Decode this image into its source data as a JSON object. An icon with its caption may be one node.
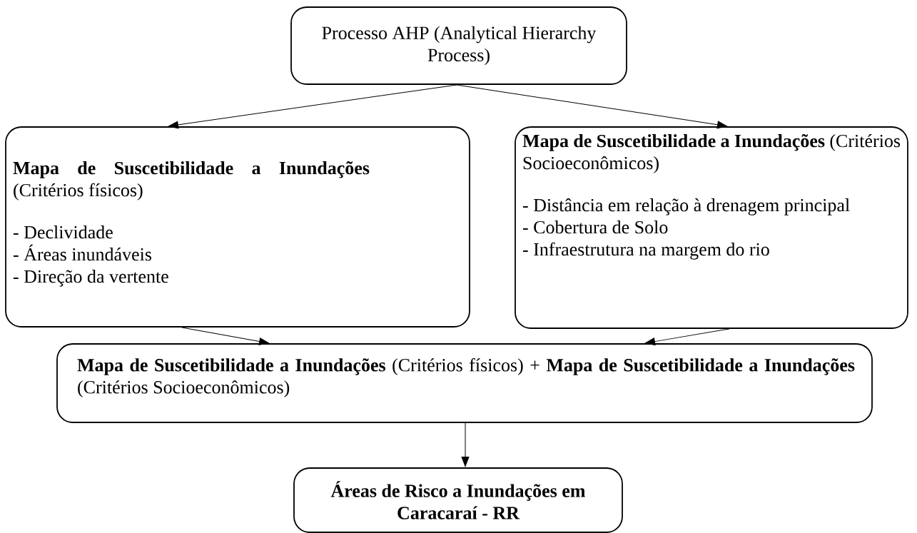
{
  "diagram": {
    "nodes": [
      {
        "text": [
          "Processo AHP (Analytical Hierarchy Process)"
        ]
      },
      {
        "text": [
          "**Mapa de Suscetibilidade a Inundações** (Critérios físicos)",
          "- Declividade",
          "- Áreas inundáveis",
          "- Direção da vertente"
        ]
      },
      {
        "text": [
          "**Mapa de Suscetibilidade a Inundações** (Critérios Socioeconômicos)",
          "- Distância em relação à drenagem principal",
          "- Cobertura de Solo",
          "- Infraestrutura na margem do rio"
        ]
      },
      {
        "text": [
          "**Mapa de Suscetibilidade a Inundações** (Critérios físicos) + **Mapa de Suscetibilidade a Inundações** (Critérios Socioeconômicos)"
        ]
      },
      {
        "text": [
          "Áreas de Risco a Inundações em Caracaraí - RR"
        ]
      }
    ],
    "edges": [
      {
        "from": 0,
        "to": 1,
        "arrow": "to"
      },
      {
        "from": 0,
        "to": 2,
        "arrow": "to"
      },
      {
        "from": 1,
        "to": 3,
        "arrow": "to"
      },
      {
        "from": 2,
        "to": 3,
        "arrow": "to"
      },
      {
        "from": 3,
        "to": 4,
        "arrow": "to"
      }
    ]
  }
}
